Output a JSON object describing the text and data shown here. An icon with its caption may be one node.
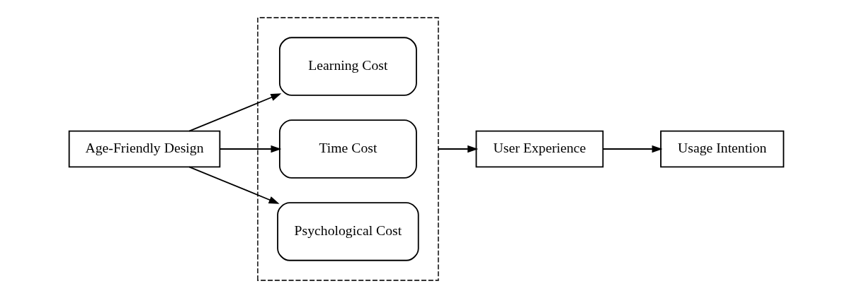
{
  "diagram": {
    "nodes": [
      {
        "text": [
          "Age-Friendly Design"
        ]
      },
      {
        "text": [],
        "shape": "box"
      },
      {
        "text": [
          "Learning Cost"
        ],
        "in": 1
      },
      {
        "text": [
          "Time Cost"
        ],
        "in": 1
      },
      {
        "text": [
          "Psychological Cost"
        ],
        "in": 1
      },
      {
        "text": [
          "User Experience"
        ]
      },
      {
        "text": [
          "Usage Intention"
        ]
      }
    ],
    "edges": [
      {
        "from": 0,
        "to": 2,
        "arrow": "to"
      },
      {
        "from": 0,
        "to": 3,
        "arrow": "to"
      },
      {
        "from": 0,
        "to": 4,
        "arrow": "to"
      },
      {
        "from": 1,
        "to": 5,
        "arrow": "to"
      },
      {
        "from": 5,
        "to": 6,
        "arrow": "to"
      }
    ]
  }
}
